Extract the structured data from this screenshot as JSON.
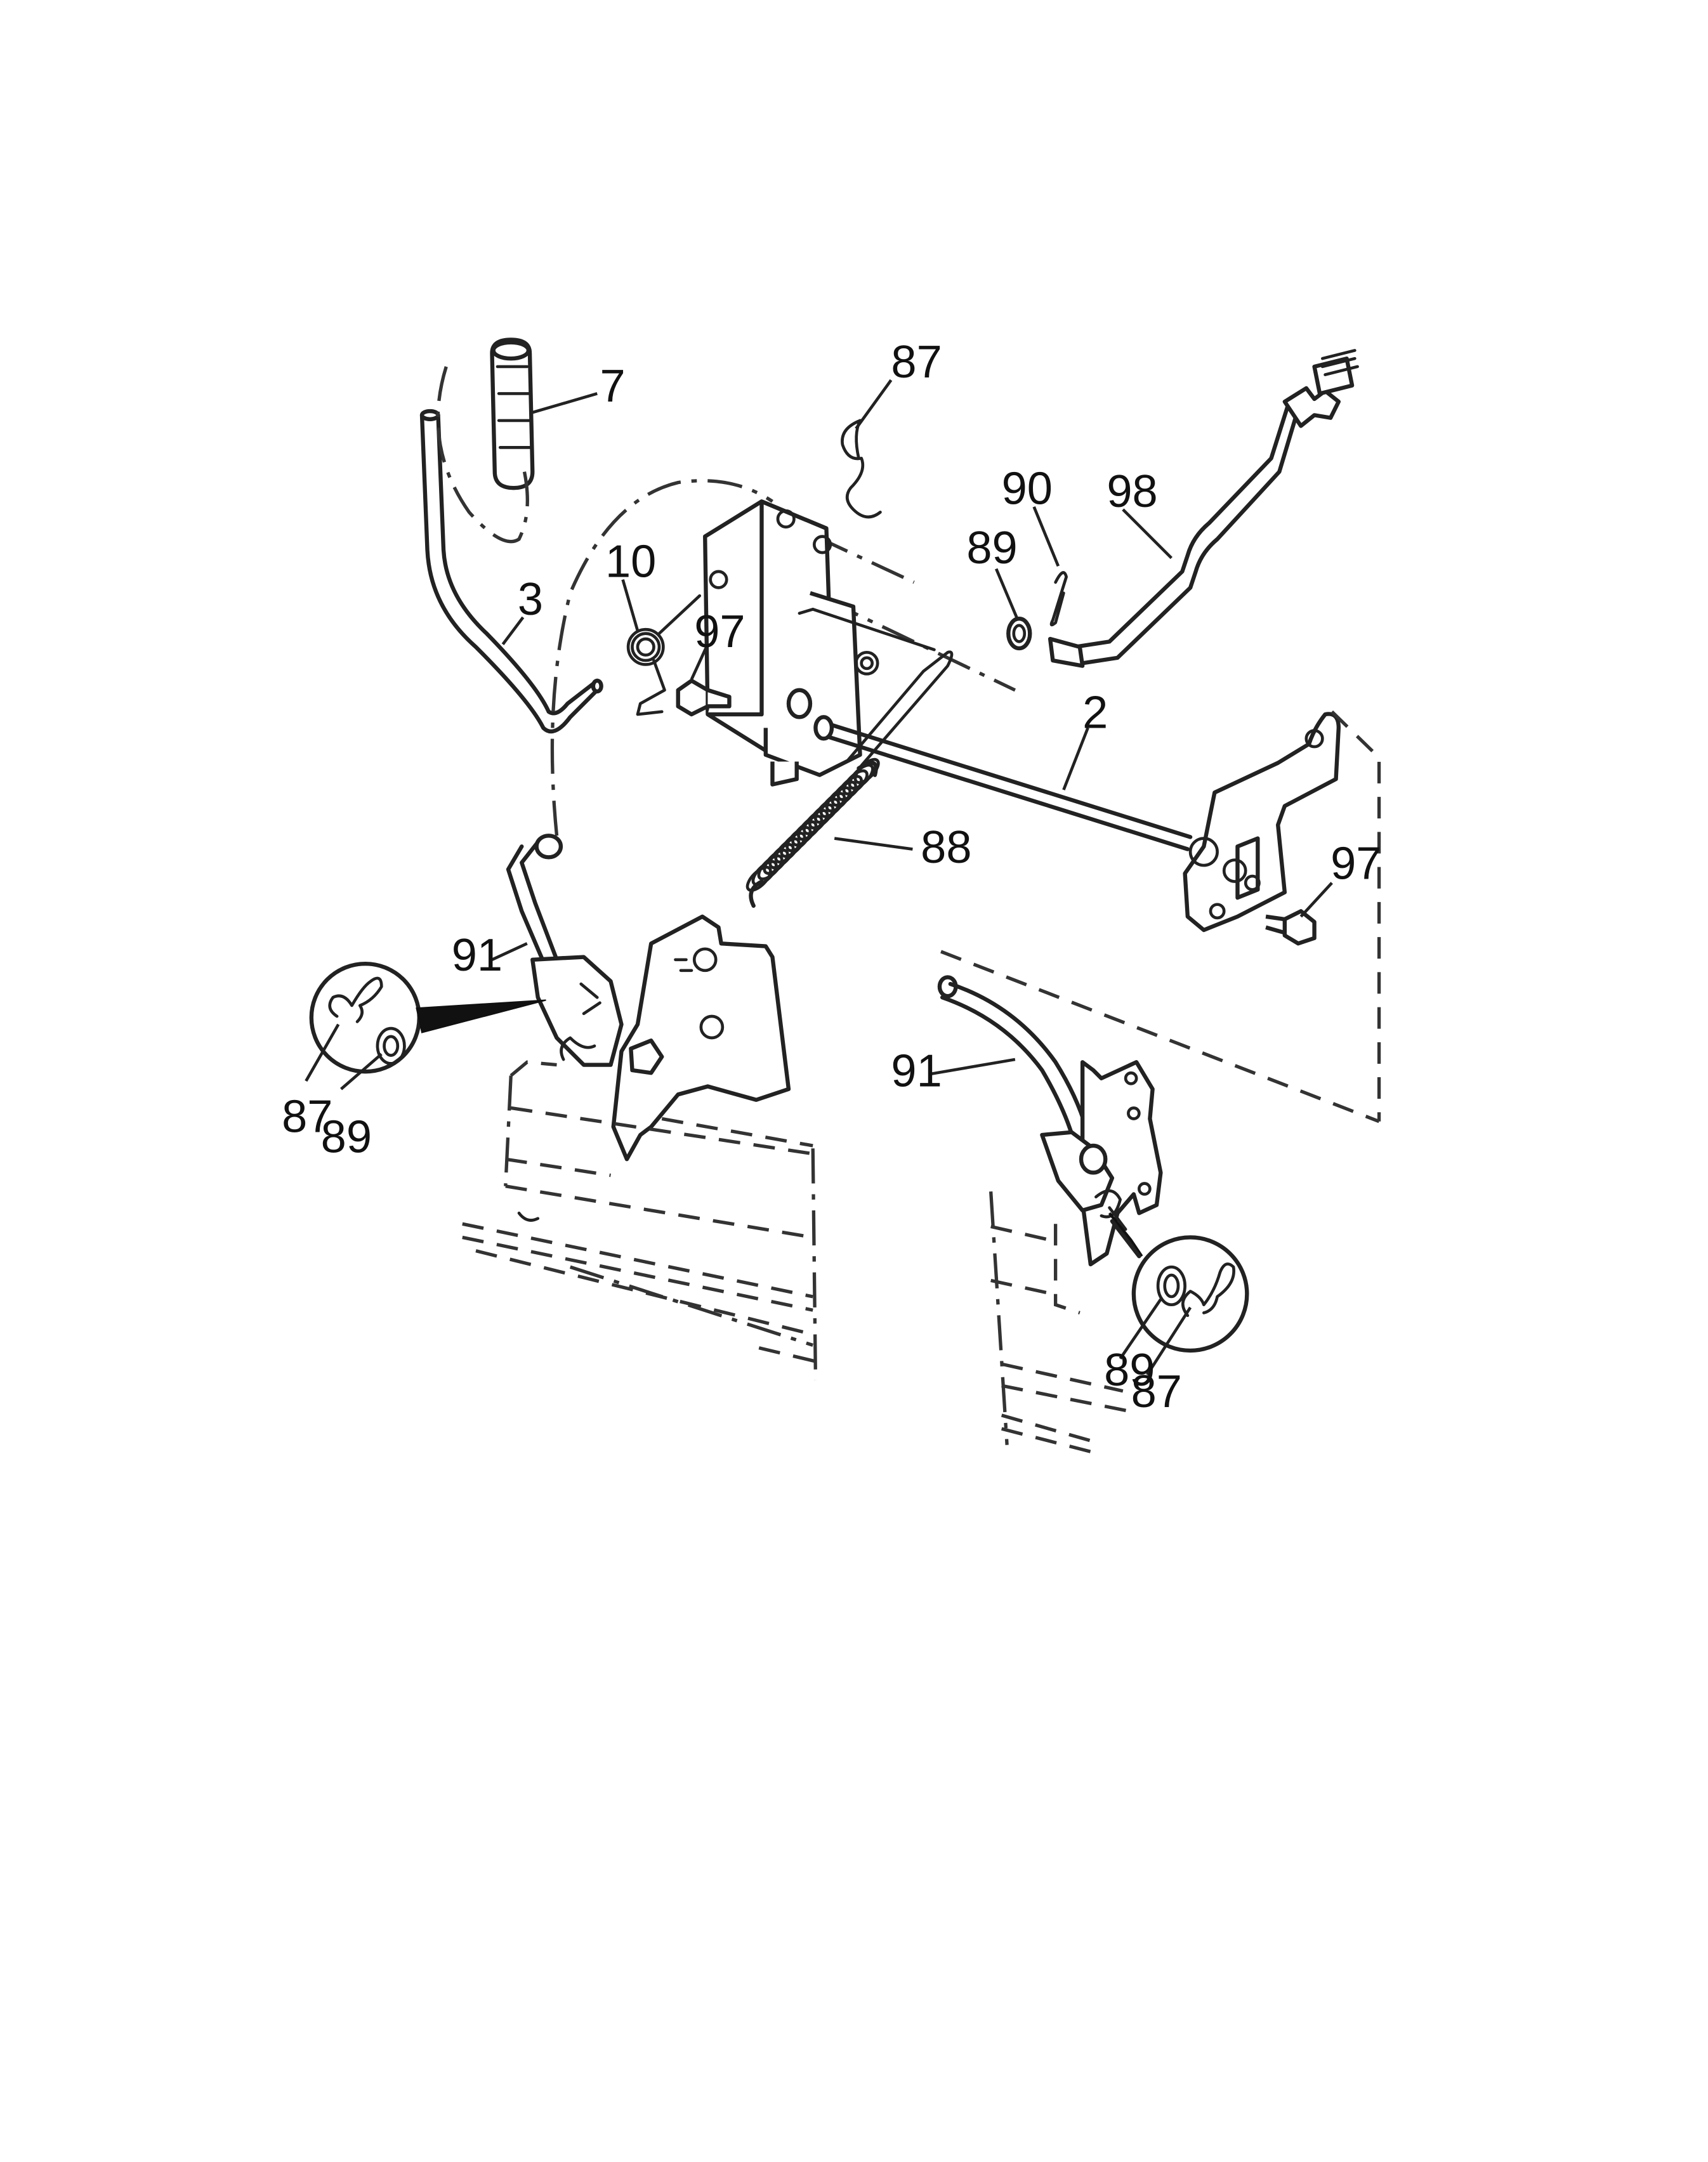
{
  "callouts": {
    "c7": "7",
    "c87_top": "87",
    "c90": "90",
    "c98": "98",
    "c89_top": "89",
    "c10": "10",
    "c3": "3",
    "c97_left": "97",
    "c2": "2",
    "c88": "88",
    "c97_right": "97",
    "c91_left": "91",
    "c87_left": "87",
    "c89_left": "89",
    "c91_right": "91",
    "c89_right": "89",
    "c87_right": "87"
  }
}
